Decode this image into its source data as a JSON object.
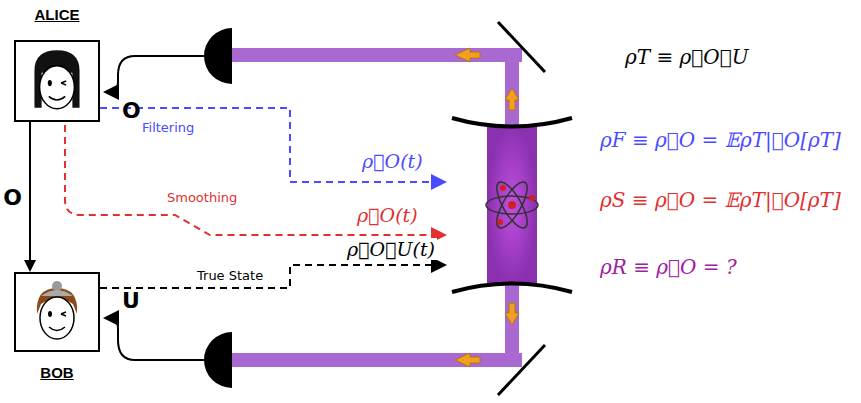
{
  "diagram": {
    "nodes": [
      {
        "text": [
          "ALICE"
        ]
      },
      {
        "text": [
          "BOB"
        ]
      }
    ],
    "edges": [
      {
        "from": 0,
        "to": 1,
        "arrow": "to",
        "label": "O"
      }
    ],
    "labels": [
      "O",
      "U",
      "Filtering",
      "Smoothing",
      "True State",
      "ρ⃖O(t)",
      "ρ⃡O(t)",
      "ρ⃖O⃖U(t)",
      "ρT ≡ ρ⃖O⃖U",
      "ρF ≡ ρ⃖O = 𝔼ρT|⃖O[ρT]",
      "ρS ≡ ρ⃡O = 𝔼ρT|⃡O[ρT]",
      "ρR ≡ ρ⃗O = ?"
    ]
  }
}
